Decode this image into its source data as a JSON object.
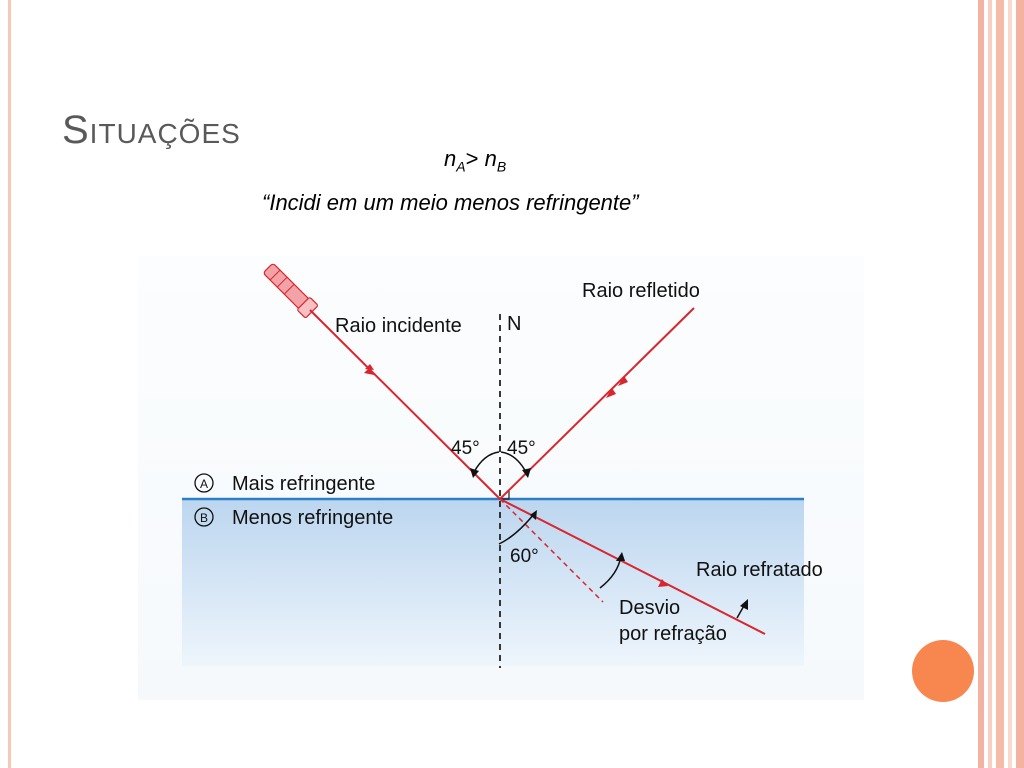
{
  "slide": {
    "title": "Situações",
    "formula": {
      "left_symbol": "n",
      "left_sub": "A",
      "operator": "> ",
      "right_symbol": "n",
      "right_sub": "B"
    },
    "quote": "“Incidi em um meio menos refringente”"
  },
  "diagram": {
    "labels": {
      "incident": "Raio incidente",
      "normal": "N",
      "reflected": "Raio refletido",
      "refracted": "Raio refratado",
      "angle_incidence": "45°",
      "angle_reflection": "45°",
      "angle_refraction": "60°",
      "deviation_line1": "Desvio",
      "deviation_line2": "por refração"
    },
    "media": {
      "a_marker": "A",
      "a_label": "Mais refringente",
      "b_marker": "B",
      "b_label": "Menos refringente"
    }
  },
  "colors": {
    "ray": "#d8262e",
    "interface": "#2c7fc7",
    "lower_medium_top": "#bcd6ef",
    "lower_medium_bottom": "#eef5fc",
    "title_text": "#595959",
    "accent_dot": "#f8874f",
    "border_band": "#f7c7b8"
  },
  "icons": [
    "laser-pointer-icon",
    "accent-circle-icon"
  ]
}
